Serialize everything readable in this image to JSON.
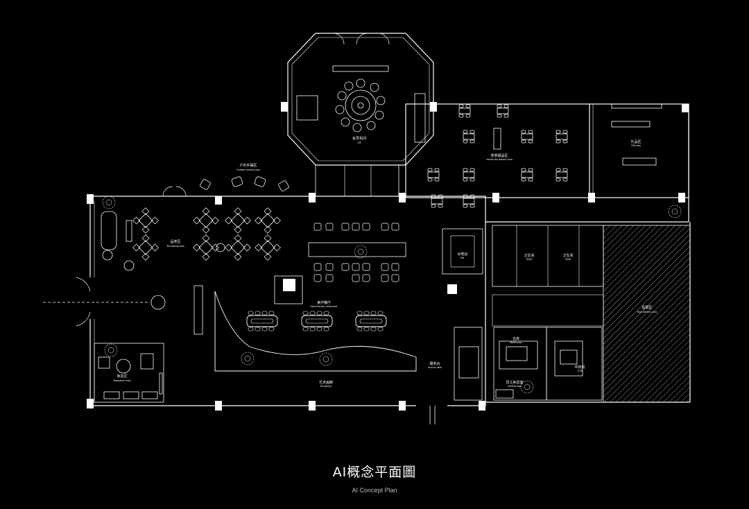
{
  "title": "AI概念平面圖",
  "subtitle": "AI Concept Plan",
  "colors": {
    "background": "#000000",
    "line": "#ffffff"
  },
  "labels": {
    "vip": {
      "cn": "会员包间",
      "en": "VIP"
    },
    "tea_dessert": {
      "cn": "茶茶甜品区",
      "en": "Herbal tea dessert area"
    },
    "gift": {
      "cn": "礼品区",
      "en": "Gift area"
    },
    "outdoor": {
      "cn": "户外外摆区",
      "en": "Outdoor seating area"
    },
    "tasting": {
      "cn": "品茶区",
      "en": "Tea tasting area"
    },
    "water_bar": {
      "cn": "水吧台",
      "en": "Bar"
    },
    "toilet1": {
      "cn": "卫生间",
      "en": "Toilet"
    },
    "toilet2": {
      "cn": "卫生间",
      "en": "Toilet"
    },
    "back_kitchen": {
      "cn": "后厨区",
      "en": "Back kitchen area"
    },
    "restaurant": {
      "cn": "食疗餐厅",
      "en": "Food therapy restaurant"
    },
    "warehouse": {
      "cn": "仓库",
      "en": "Warehouse"
    },
    "clinic": {
      "cn": "中药间",
      "en": "TCM"
    },
    "service": {
      "cn": "服务台",
      "en": "Service desk"
    },
    "staff": {
      "cn": "员工休息室",
      "en": "Staff lounge"
    },
    "gallery": {
      "cn": "艺术画廊",
      "en": "Art gallery"
    },
    "relax": {
      "cn": "休息区",
      "en": "Relaxation area"
    }
  }
}
